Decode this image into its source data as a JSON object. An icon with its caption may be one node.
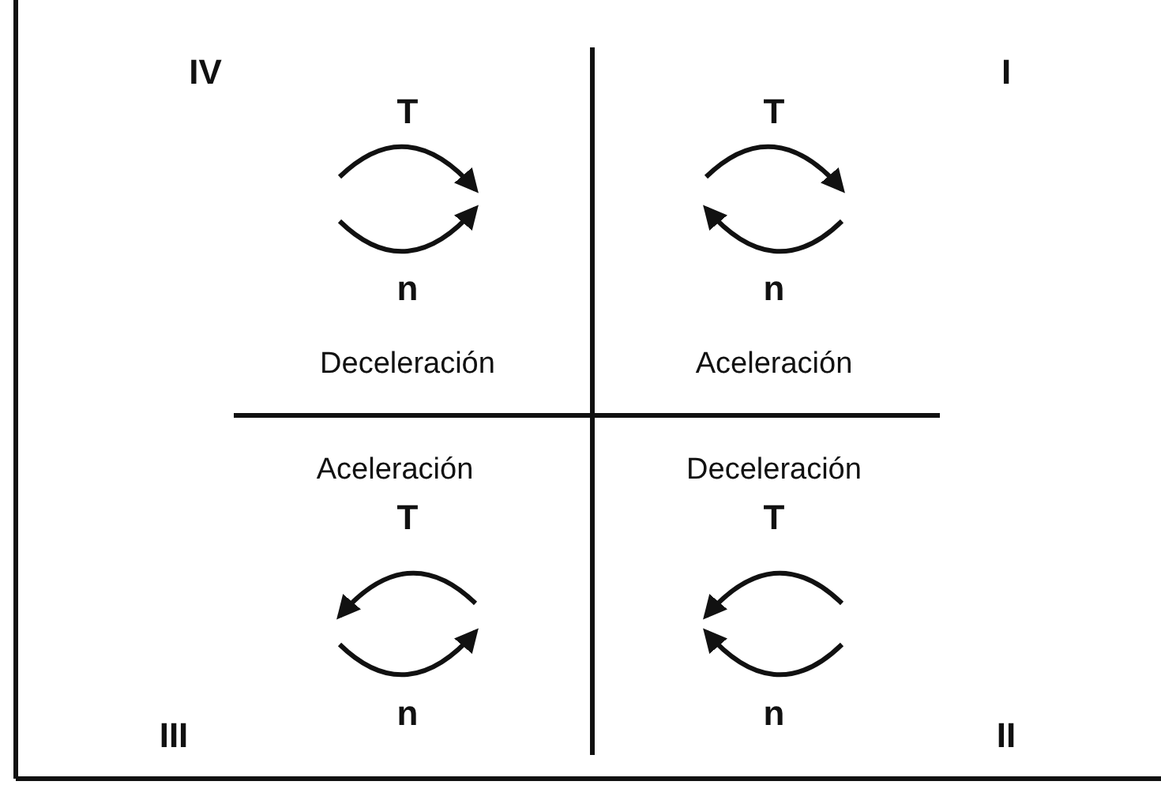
{
  "diagram": {
    "labels": [
      "IV",
      "T",
      "T",
      "I",
      "n",
      "n",
      "Deceleración",
      "Aceleración",
      "Aceleración",
      "Deceleración",
      "T",
      "T",
      "n",
      "III",
      "n",
      "II"
    ]
  }
}
